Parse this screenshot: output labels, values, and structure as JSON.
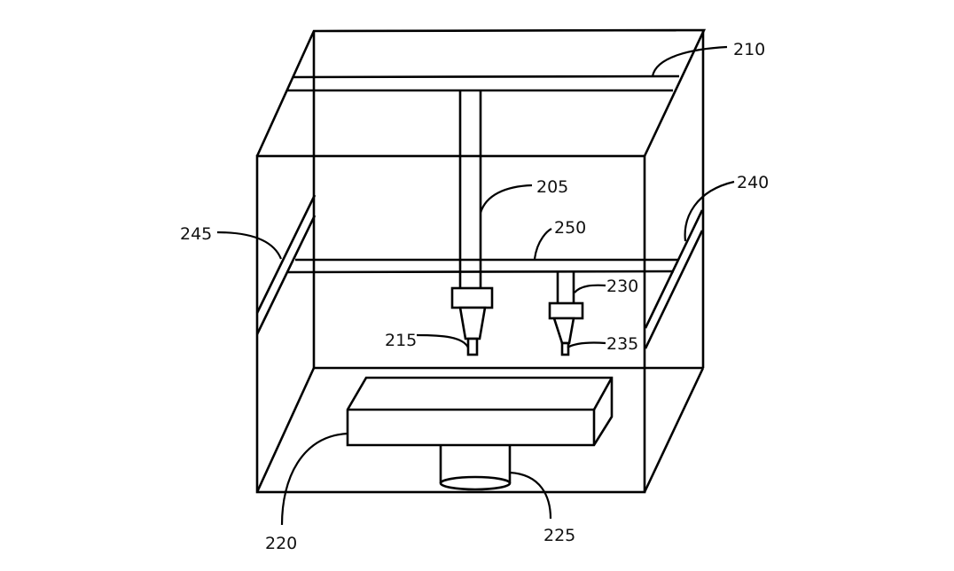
{
  "figure": {
    "labels": {
      "carriage_column": "205",
      "top_rail": "210",
      "first_nozzle": "215",
      "build_platform": "220",
      "platform_support": "225",
      "second_column": "230",
      "second_nozzle": "235",
      "right_side_rail": "240",
      "left_side_rail": "245",
      "cross_rail": "250"
    }
  }
}
